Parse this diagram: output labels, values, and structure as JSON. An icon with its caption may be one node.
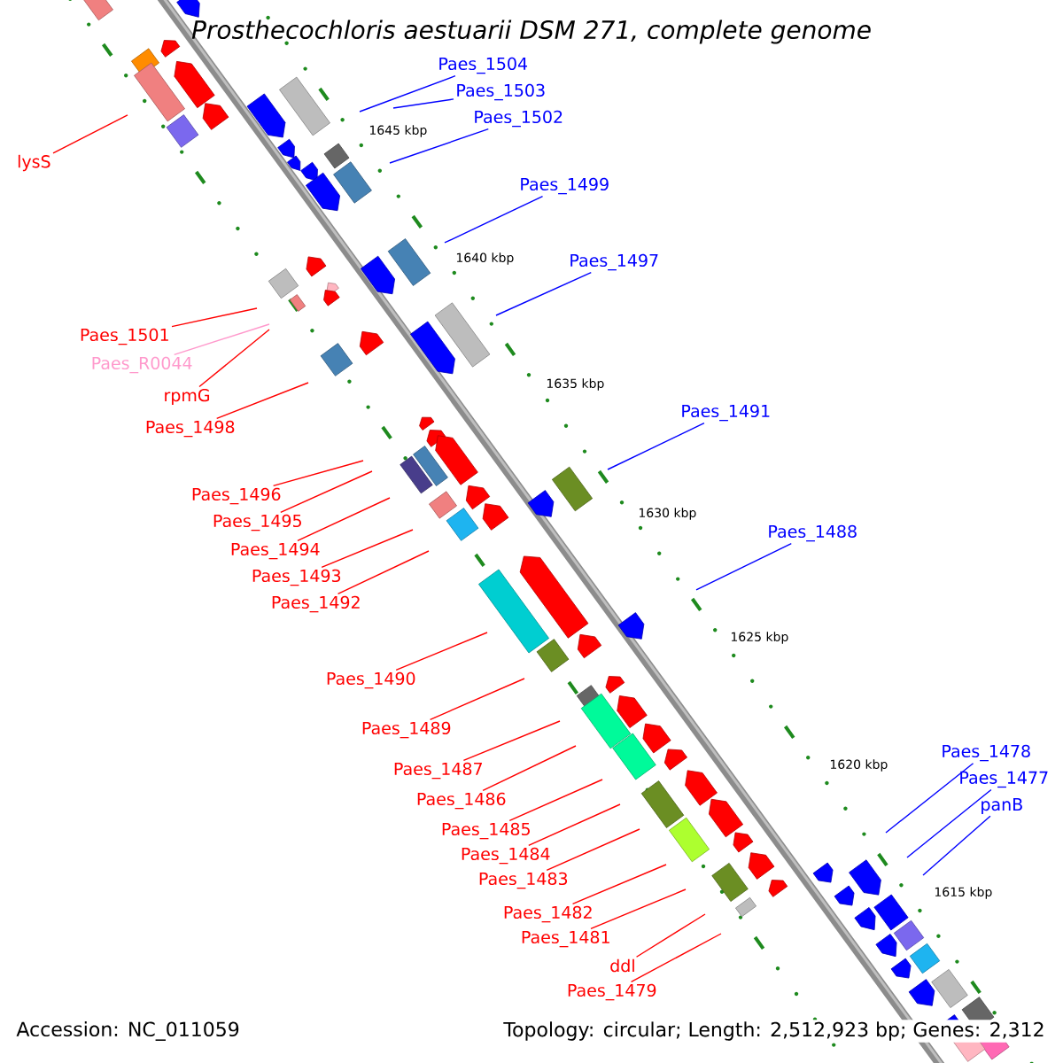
{
  "diagram": {
    "title": "Prosthecochloris aestuarii DSM 271, complete genome",
    "nodes": [
      {
        "text": [
          "Paes_1504"
        ]
      },
      {
        "text": [
          "Paes_1503"
        ]
      },
      {
        "text": [
          "Paes_1502"
        ]
      },
      {
        "text": [
          "lysS"
        ]
      },
      {
        "text": [
          "Paes_1499"
        ]
      },
      {
        "text": [
          "Paes_1497"
        ]
      },
      {
        "text": [
          "Paes_1501"
        ]
      },
      {
        "text": [
          "Paes_R0044"
        ]
      },
      {
        "text": [
          "rpmG"
        ]
      },
      {
        "text": [
          "Paes_1498"
        ]
      },
      {
        "text": [
          "Paes_1491"
        ]
      },
      {
        "text": [
          "Paes_1496"
        ]
      },
      {
        "text": [
          "Paes_1495"
        ]
      },
      {
        "text": [
          "Paes_1494"
        ]
      },
      {
        "text": [
          "Paes_1493"
        ]
      },
      {
        "text": [
          "Paes_1488"
        ]
      },
      {
        "text": [
          "Paes_1492"
        ]
      },
      {
        "text": [
          "Paes_1490"
        ]
      },
      {
        "text": [
          "Paes_1489"
        ]
      },
      {
        "text": [
          "Paes_1478"
        ]
      },
      {
        "text": [
          "Paes_1487"
        ]
      },
      {
        "text": [
          "Paes_1477"
        ]
      },
      {
        "text": [
          "Paes_1486"
        ]
      },
      {
        "text": [
          "panB"
        ]
      },
      {
        "text": [
          "Paes_1485"
        ]
      },
      {
        "text": [
          "Paes_1484"
        ]
      },
      {
        "text": [
          "Paes_1483"
        ]
      },
      {
        "text": [
          "Paes_1482"
        ]
      },
      {
        "text": [
          "Paes_1481"
        ]
      },
      {
        "text": [
          "ddl"
        ]
      },
      {
        "text": [
          "Paes_1479"
        ]
      }
    ],
    "edges": [
      {
        "from": 0,
        "to": null,
        "arrow": "none",
        "color": "#0000ff"
      },
      {
        "from": 1,
        "to": null,
        "arrow": "none",
        "color": "#0000ff"
      },
      {
        "from": 2,
        "to": null,
        "arrow": "none",
        "color": "#0000ff"
      },
      {
        "from": 3,
        "to": null,
        "arrow": "none"
      },
      {
        "from": 4,
        "to": null,
        "arrow": "none",
        "color": "#0000ff"
      },
      {
        "from": 5,
        "to": null,
        "arrow": "none",
        "color": "#0000ff"
      },
      {
        "from": 6,
        "to": null,
        "arrow": "none"
      },
      {
        "from": 7,
        "to": null,
        "arrow": "none",
        "color": "#ff99cc"
      },
      {
        "from": 8,
        "to": null,
        "arrow": "none"
      },
      {
        "from": 9,
        "to": null,
        "arrow": "none"
      },
      {
        "from": 10,
        "to": null,
        "arrow": "none",
        "color": "#0000ff"
      },
      {
        "from": 11,
        "to": null,
        "arrow": "none"
      },
      {
        "from": 12,
        "to": null,
        "arrow": "none"
      },
      {
        "from": 13,
        "to": null,
        "arrow": "none"
      },
      {
        "from": 14,
        "to": null,
        "arrow": "none"
      },
      {
        "from": 15,
        "to": null,
        "arrow": "none",
        "color": "#0000ff"
      },
      {
        "from": 16,
        "to": null,
        "arrow": "none"
      },
      {
        "from": 17,
        "to": null,
        "arrow": "none"
      },
      {
        "from": 18,
        "to": null,
        "arrow": "none"
      },
      {
        "from": 19,
        "to": null,
        "arrow": "none",
        "color": "#0000ff"
      },
      {
        "from": 20,
        "to": null,
        "arrow": "none"
      },
      {
        "from": 21,
        "to": null,
        "arrow": "none",
        "color": "#0000ff"
      },
      {
        "from": 22,
        "to": null,
        "arrow": "none"
      },
      {
        "from": 23,
        "to": null,
        "arrow": "none",
        "color": "#0000ff"
      },
      {
        "from": 24,
        "to": null,
        "arrow": "none"
      },
      {
        "from": 25,
        "to": null,
        "arrow": "none"
      },
      {
        "from": 26,
        "to": null,
        "arrow": "none"
      },
      {
        "from": 27,
        "to": null,
        "arrow": "none"
      },
      {
        "from": 28,
        "to": null,
        "arrow": "none"
      },
      {
        "from": 29,
        "to": null,
        "arrow": "none"
      },
      {
        "from": 30,
        "to": null,
        "arrow": "none"
      }
    ],
    "labels": [
      "1645 kbp",
      "1640 kbp",
      "1635 kbp",
      "1630 kbp",
      "1625 kbp",
      "1620 kbp",
      "1615 kbp",
      "Accession: NC_011059",
      "Topology: circular; Length: 2,512,923 bp; Genes: 2,312"
    ]
  }
}
